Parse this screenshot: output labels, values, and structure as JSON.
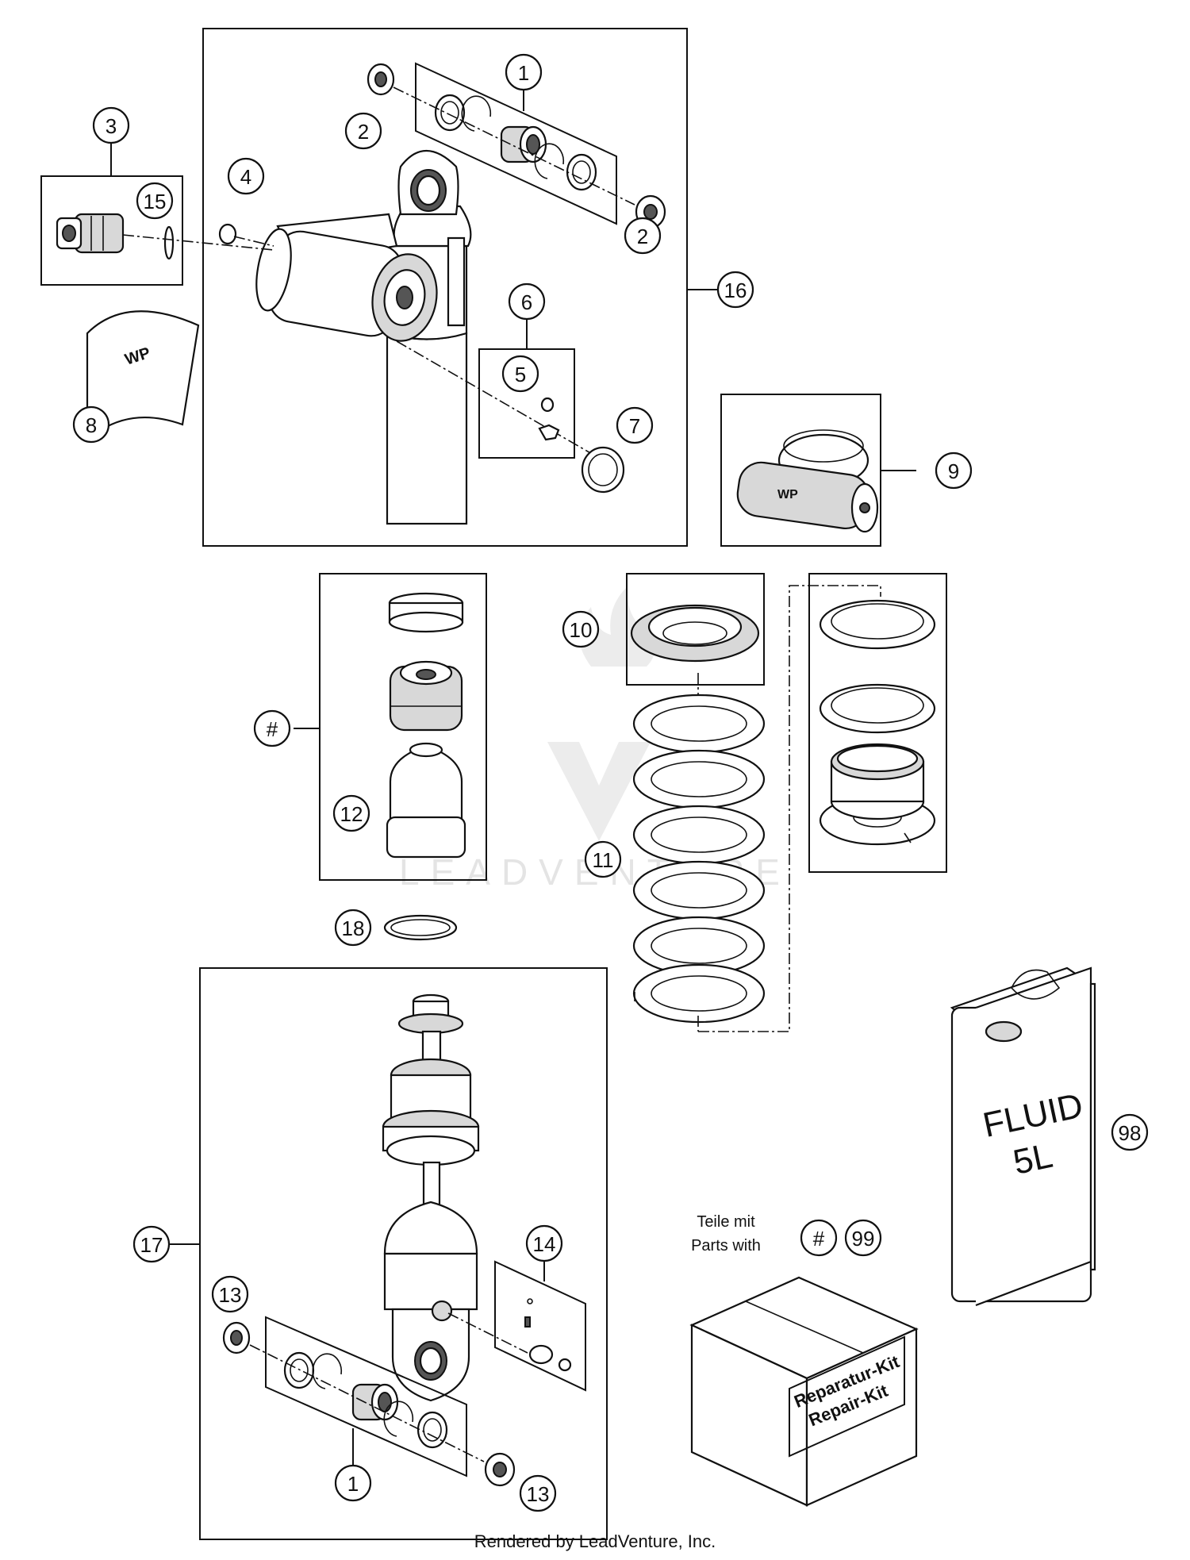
{
  "callouts": [
    {
      "id": "c1a",
      "label": "1"
    },
    {
      "id": "c2a",
      "label": "2"
    },
    {
      "id": "c2b",
      "label": "2"
    },
    {
      "id": "c3",
      "label": "3"
    },
    {
      "id": "c4",
      "label": "4"
    },
    {
      "id": "c15",
      "label": "15"
    },
    {
      "id": "c16",
      "label": "16"
    },
    {
      "id": "c6",
      "label": "6"
    },
    {
      "id": "c5",
      "label": "5"
    },
    {
      "id": "c7",
      "label": "7"
    },
    {
      "id": "c8",
      "label": "8"
    },
    {
      "id": "c9",
      "label": "9"
    },
    {
      "id": "c10",
      "label": "10"
    },
    {
      "id": "chash",
      "label": "#"
    },
    {
      "id": "c12",
      "label": "12"
    },
    {
      "id": "c11",
      "label": "11"
    },
    {
      "id": "c18",
      "label": "18"
    },
    {
      "id": "c17",
      "label": "17"
    },
    {
      "id": "c14",
      "label": "14"
    },
    {
      "id": "c13a",
      "label": "13"
    },
    {
      "id": "c13b",
      "label": "13"
    },
    {
      "id": "c1b",
      "label": "1"
    },
    {
      "id": "c98",
      "label": "98"
    },
    {
      "id": "chash2",
      "label": "#"
    },
    {
      "id": "c99",
      "label": "99"
    }
  ],
  "parts_note": {
    "line1": "Teile mit",
    "line2": "Parts with"
  },
  "fluid_can": {
    "line1": "FLUID",
    "line2": "5L"
  },
  "repair_kit": {
    "line1": "Reparatur-Kit",
    "line2": "Repair-Kit"
  },
  "watermark": "LEADVENTURE",
  "footer": "Rendered by LeadVenture, Inc."
}
